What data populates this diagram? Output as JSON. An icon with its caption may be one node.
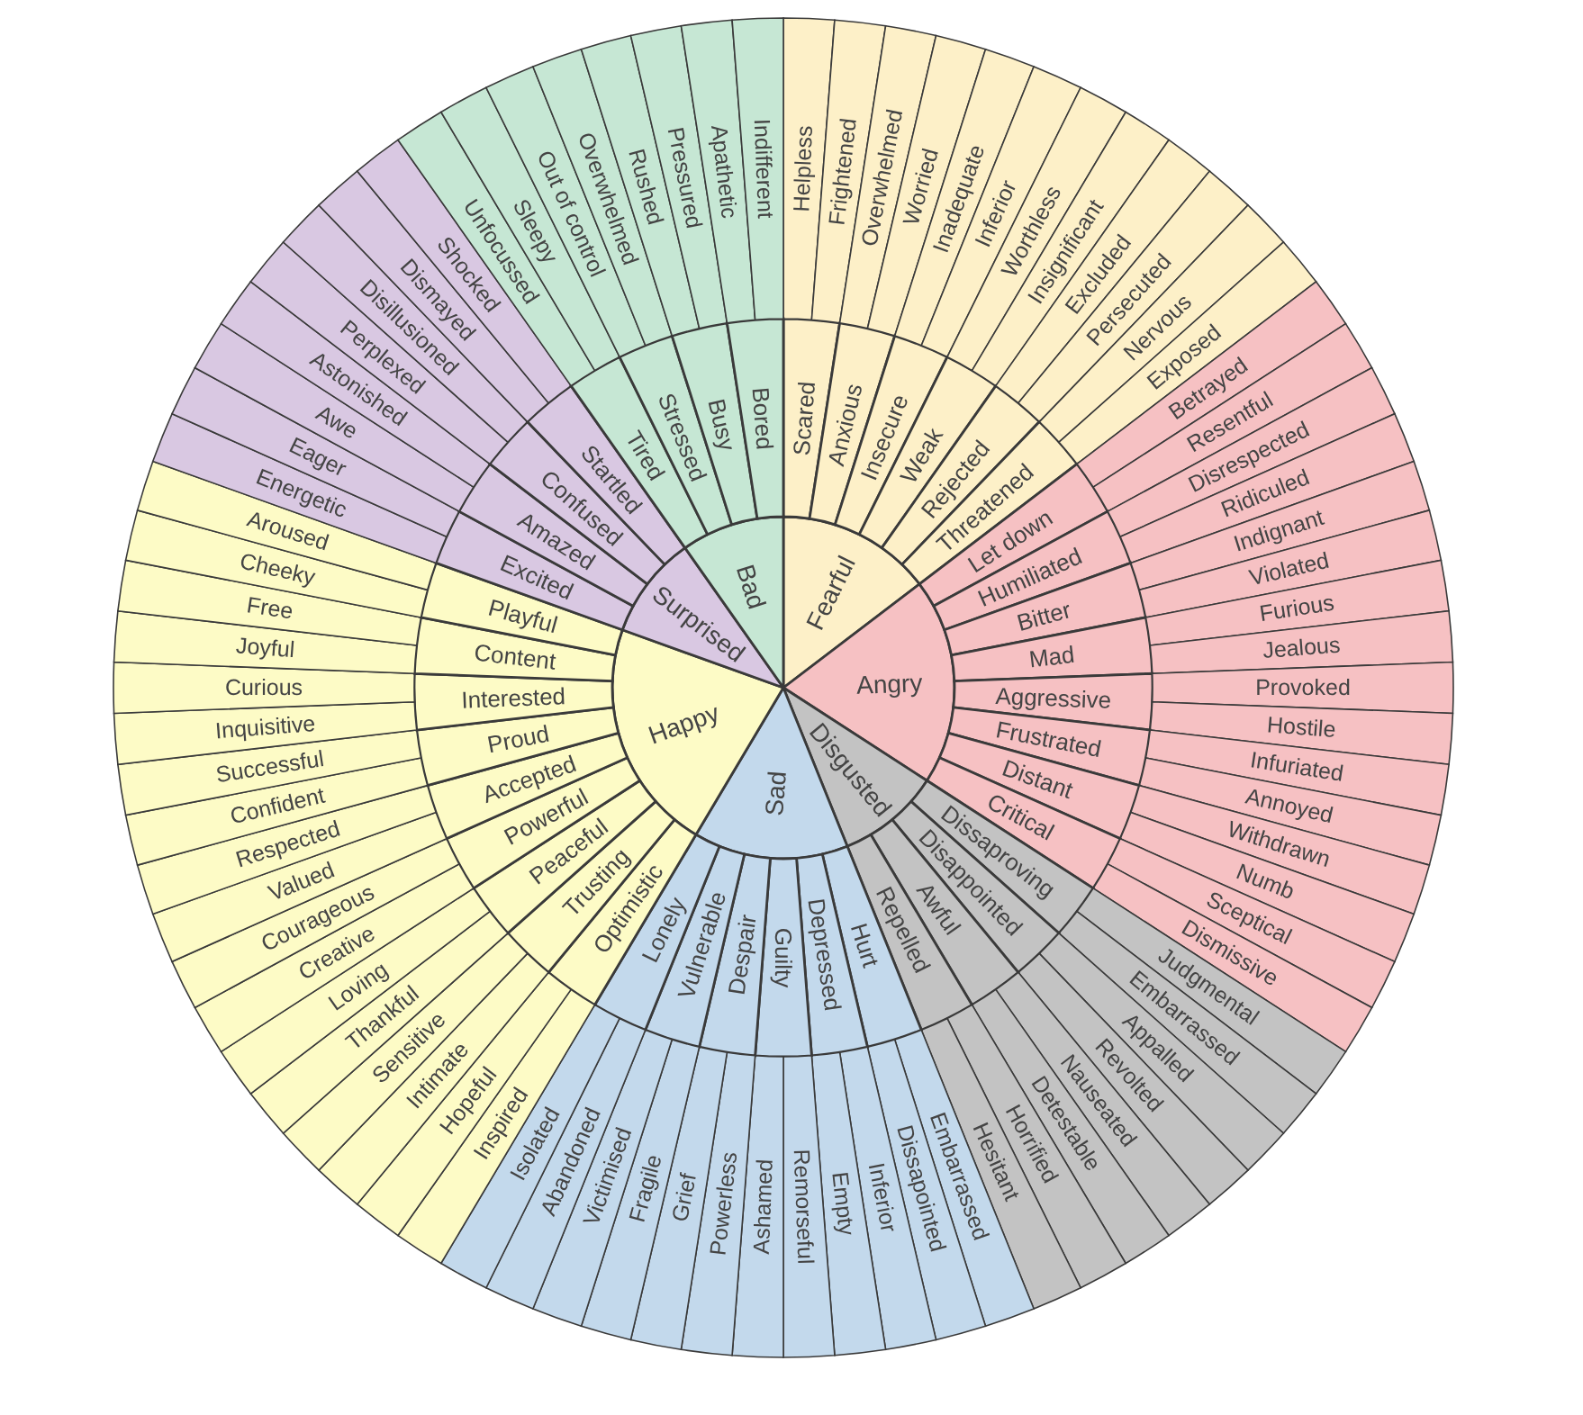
{
  "diagram": {
    "nodes": [
      {
        "text": [
          "Fearful"
        ]
      },
      {
        "text": [
          "Angry"
        ]
      },
      {
        "text": [
          "Disgusted"
        ]
      },
      {
        "text": [
          "Sad"
        ]
      },
      {
        "text": [
          "Happy"
        ]
      },
      {
        "text": [
          "Surprised"
        ]
      },
      {
        "text": [
          "Bad"
        ]
      },
      {
        "text": [
          "Scared"
        ]
      },
      {
        "text": [
          "Anxious"
        ]
      },
      {
        "text": [
          "Insecure"
        ]
      },
      {
        "text": [
          "Weak"
        ]
      },
      {
        "text": [
          "Rejected"
        ]
      },
      {
        "text": [
          "Threatened"
        ]
      },
      {
        "text": [
          "Let down"
        ]
      },
      {
        "text": [
          "Humiliated"
        ]
      },
      {
        "text": [
          "Bitter"
        ]
      },
      {
        "text": [
          "Mad"
        ]
      },
      {
        "text": [
          "Aggressive"
        ]
      },
      {
        "text": [
          "Frustrated"
        ]
      },
      {
        "text": [
          "Distant"
        ]
      },
      {
        "text": [
          "Critical"
        ]
      },
      {
        "text": [
          "Dissaproving"
        ]
      },
      {
        "text": [
          "Disappointed"
        ]
      },
      {
        "text": [
          "Awful"
        ]
      },
      {
        "text": [
          "Repelled"
        ]
      },
      {
        "text": [
          "Hurt"
        ]
      },
      {
        "text": [
          "Depressed"
        ]
      },
      {
        "text": [
          "Guilty"
        ]
      },
      {
        "text": [
          "Despair"
        ]
      },
      {
        "text": [
          "Vulnerable"
        ]
      },
      {
        "text": [
          "Lonely"
        ]
      },
      {
        "text": [
          "Optimistic"
        ]
      },
      {
        "text": [
          "Trusting"
        ]
      },
      {
        "text": [
          "Peaceful"
        ]
      },
      {
        "text": [
          "Powerful"
        ]
      },
      {
        "text": [
          "Accepted"
        ]
      },
      {
        "text": [
          "Proud"
        ]
      },
      {
        "text": [
          "Interested"
        ]
      },
      {
        "text": [
          "Content"
        ]
      },
      {
        "text": [
          "Playful"
        ]
      },
      {
        "text": [
          "Excited"
        ]
      },
      {
        "text": [
          "Amazed"
        ]
      },
      {
        "text": [
          "Confused"
        ]
      },
      {
        "text": [
          "Startled"
        ]
      },
      {
        "text": [
          "Tired"
        ]
      },
      {
        "text": [
          "Stressed"
        ]
      },
      {
        "text": [
          "Busy"
        ]
      },
      {
        "text": [
          "Bored"
        ]
      },
      {
        "text": [
          "Helpless"
        ]
      },
      {
        "text": [
          "Frightened"
        ]
      },
      {
        "text": [
          "Overwhelmed"
        ]
      },
      {
        "text": [
          "Worried"
        ]
      },
      {
        "text": [
          "Inadequate"
        ]
      },
      {
        "text": [
          "Inferior"
        ]
      },
      {
        "text": [
          "Worthless"
        ]
      },
      {
        "text": [
          "Insignificant"
        ]
      },
      {
        "text": [
          "Excluded"
        ]
      },
      {
        "text": [
          "Persecuted"
        ]
      },
      {
        "text": [
          "Nervous"
        ]
      },
      {
        "text": [
          "Exposed"
        ]
      },
      {
        "text": [
          "Betrayed"
        ]
      },
      {
        "text": [
          "Resentful"
        ]
      },
      {
        "text": [
          "Disrespected"
        ]
      },
      {
        "text": [
          "Ridiculed"
        ]
      },
      {
        "text": [
          "Indignant"
        ]
      },
      {
        "text": [
          "Violated"
        ]
      },
      {
        "text": [
          "Furious"
        ]
      },
      {
        "text": [
          "Jealous"
        ]
      },
      {
        "text": [
          "Provoked"
        ]
      },
      {
        "text": [
          "Hostile"
        ]
      },
      {
        "text": [
          "Infuriated"
        ]
      },
      {
        "text": [
          "Annoyed"
        ]
      },
      {
        "text": [
          "Withdrawn"
        ]
      },
      {
        "text": [
          "Numb"
        ]
      },
      {
        "text": [
          "Sceptical"
        ]
      },
      {
        "text": [
          "Dismissive"
        ]
      },
      {
        "text": [
          "Judgmental"
        ]
      },
      {
        "text": [
          "Embarrassed"
        ]
      },
      {
        "text": [
          "Appalled"
        ]
      },
      {
        "text": [
          "Revolted"
        ]
      },
      {
        "text": [
          "Nauseated"
        ]
      },
      {
        "text": [
          "Detestable"
        ]
      },
      {
        "text": [
          "Horrified"
        ]
      },
      {
        "text": [
          "Hesitant"
        ]
      },
      {
        "text": [
          "Embarrassed"
        ]
      },
      {
        "text": [
          "Dissapointed"
        ]
      },
      {
        "text": [
          "Inferior"
        ]
      },
      {
        "text": [
          "Empty"
        ]
      },
      {
        "text": [
          "Remorseful"
        ]
      },
      {
        "text": [
          "Ashamed"
        ]
      },
      {
        "text": [
          "Powerless"
        ]
      },
      {
        "text": [
          "Grief"
        ]
      },
      {
        "text": [
          "Fragile"
        ]
      },
      {
        "text": [
          "Victimised"
        ]
      },
      {
        "text": [
          "Abandoned"
        ]
      },
      {
        "text": [
          "Isolated"
        ]
      },
      {
        "text": [
          "Inspired"
        ]
      },
      {
        "text": [
          "Hopeful"
        ]
      },
      {
        "text": [
          "Intimate"
        ]
      },
      {
        "text": [
          "Sensitive"
        ]
      },
      {
        "text": [
          "Thankful"
        ]
      },
      {
        "text": [
          "Loving"
        ]
      },
      {
        "text": [
          "Creative"
        ]
      },
      {
        "text": [
          "Courageous"
        ]
      },
      {
        "text": [
          "Valued"
        ]
      },
      {
        "text": [
          "Respected"
        ]
      },
      {
        "text": [
          "Confident"
        ]
      },
      {
        "text": [
          "Successful"
        ]
      },
      {
        "text": [
          "Inquisitive"
        ]
      },
      {
        "text": [
          "Curious"
        ]
      },
      {
        "text": [
          "Joyful"
        ]
      },
      {
        "text": [
          "Free"
        ]
      },
      {
        "text": [
          "Cheeky"
        ]
      },
      {
        "text": [
          "Aroused"
        ]
      },
      {
        "text": [
          "Energetic"
        ]
      },
      {
        "text": [
          "Eager"
        ]
      },
      {
        "text": [
          "Awe"
        ]
      },
      {
        "text": [
          "Astonished"
        ]
      },
      {
        "text": [
          "Perplexed"
        ]
      },
      {
        "text": [
          "Disillusioned"
        ]
      },
      {
        "text": [
          "Dismayed"
        ]
      },
      {
        "text": [
          "Shocked"
        ]
      },
      {
        "text": [
          "Unfocussed"
        ]
      },
      {
        "text": [
          "Sleepy"
        ]
      },
      {
        "text": [
          "Out of control"
        ]
      },
      {
        "text": [
          "Overwhelmed"
        ]
      },
      {
        "text": [
          "Rushed"
        ]
      },
      {
        "text": [
          "Pressured"
        ]
      },
      {
        "text": [
          "Apathetic"
        ]
      },
      {
        "text": [
          "Indifferent"
        ]
      }
    ]
  }
}
